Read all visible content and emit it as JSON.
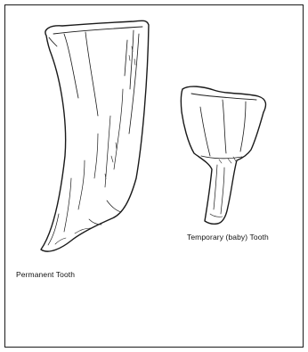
{
  "figure": {
    "permanent_label": "Permanent Tooth",
    "temporary_label": "Temporary (baby) Tooth",
    "line_color": "#1a1a1a",
    "icons": {
      "permanent": "permanent-tooth-drawing",
      "temporary": "temporary-tooth-drawing"
    }
  }
}
